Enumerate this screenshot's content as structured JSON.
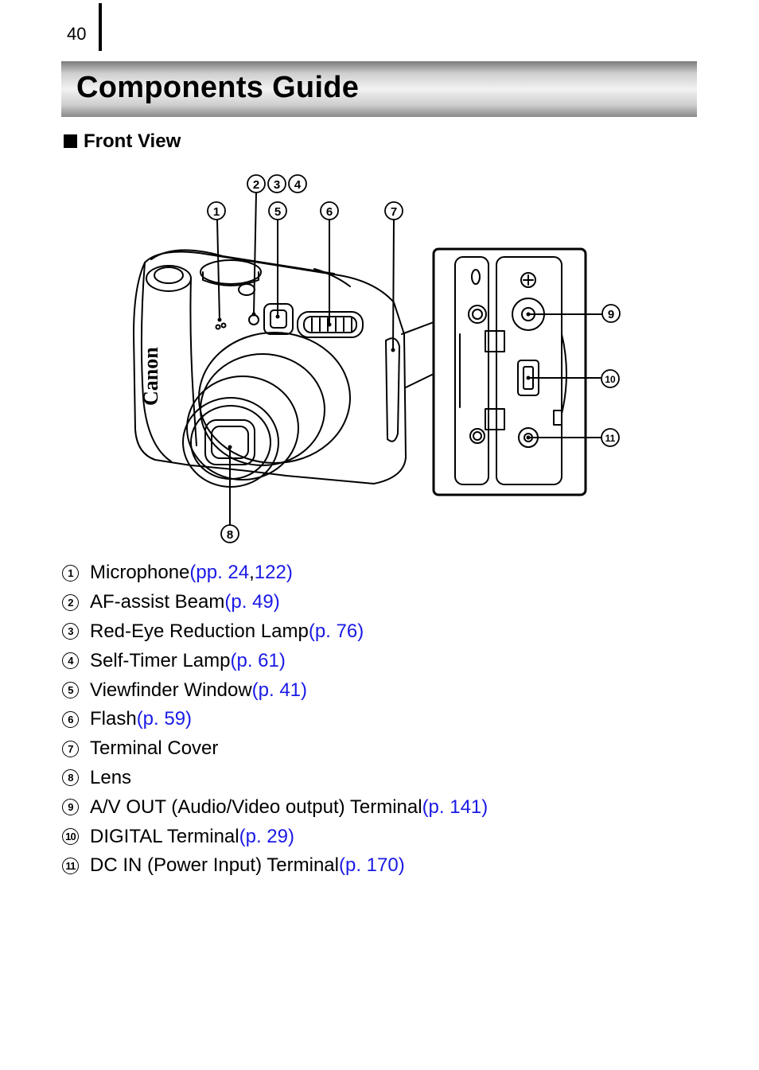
{
  "page": {
    "number": "40"
  },
  "header": {
    "title": "Components Guide"
  },
  "section": {
    "heading": "Front View"
  },
  "diagram": {
    "callouts": [
      "1",
      "2",
      "3",
      "4",
      "5",
      "6",
      "7",
      "8",
      "9",
      "10",
      "11"
    ],
    "camera_brand": "Canon"
  },
  "items": [
    {
      "num": "1",
      "label": "Microphone ",
      "refs": [
        "(pp. 24",
        ", ",
        "122)"
      ]
    },
    {
      "num": "2",
      "label": "AF-assist Beam ",
      "refs": [
        "(p. 49)"
      ]
    },
    {
      "num": "3",
      "label": "Red-Eye Reduction Lamp ",
      "refs": [
        "(p. 76)"
      ]
    },
    {
      "num": "4",
      "label": "Self-Timer Lamp ",
      "refs": [
        "(p. 61)"
      ]
    },
    {
      "num": "5",
      "label": "Viewfinder Window ",
      "refs": [
        "(p. 41)"
      ]
    },
    {
      "num": "6",
      "label": "Flash ",
      "refs": [
        "(p. 59)"
      ]
    },
    {
      "num": "7",
      "label": "Terminal Cover",
      "refs": []
    },
    {
      "num": "8",
      "label": "Lens",
      "refs": []
    },
    {
      "num": "9",
      "label": "A/V OUT (Audio/Video output) Terminal ",
      "refs": [
        "(p. 141)"
      ]
    },
    {
      "num": "10",
      "label": "DIGITAL Terminal ",
      "refs": [
        "(p. 29)"
      ]
    },
    {
      "num": "11",
      "label": "DC IN (Power Input) Terminal ",
      "refs": [
        "(p. 170)"
      ]
    }
  ],
  "colors": {
    "link": "#1a1ae6",
    "text": "#000000"
  }
}
